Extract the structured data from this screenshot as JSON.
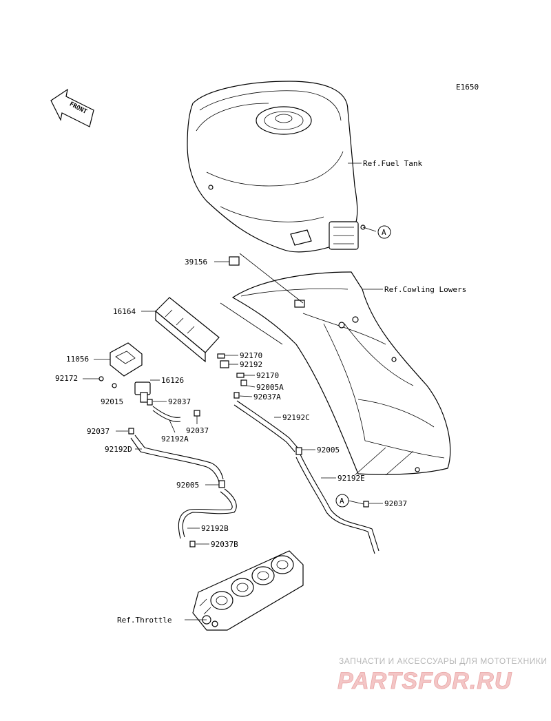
{
  "diagram_code": "E1650",
  "front_label": "FRONT",
  "labels": {
    "ref_fuel_tank": "Ref.Fuel Tank",
    "ref_cowling_lowers": "Ref.Cowling Lowers",
    "ref_throttle": "Ref.Throttle",
    "p39156": "39156",
    "p16164": "16164",
    "p11056": "11056",
    "p92172": "92172",
    "p16126": "16126",
    "p92015": "92015",
    "p92170_a": "92170",
    "p92192": "92192",
    "p92170_b": "92170",
    "p92005A": "92005A",
    "p92037A": "92037A",
    "p92037_a": "92037",
    "p92037_b": "92037",
    "p92037_c": "92037",
    "p92037_d": "92037",
    "p92192A": "92192A",
    "p92192C": "92192C",
    "p92192D": "92192D",
    "p92005_a": "92005",
    "p92005_b": "92005",
    "p92192E": "92192E",
    "p92192B": "92192B",
    "p92037B": "92037B"
  },
  "callout_a": "A",
  "watermark": {
    "tagline": "ЗАПЧАСТИ И АКСЕССУАРЫ ДЛЯ МОТОТЕХНИКИ",
    "brand": "PARTSFOR.RU"
  }
}
